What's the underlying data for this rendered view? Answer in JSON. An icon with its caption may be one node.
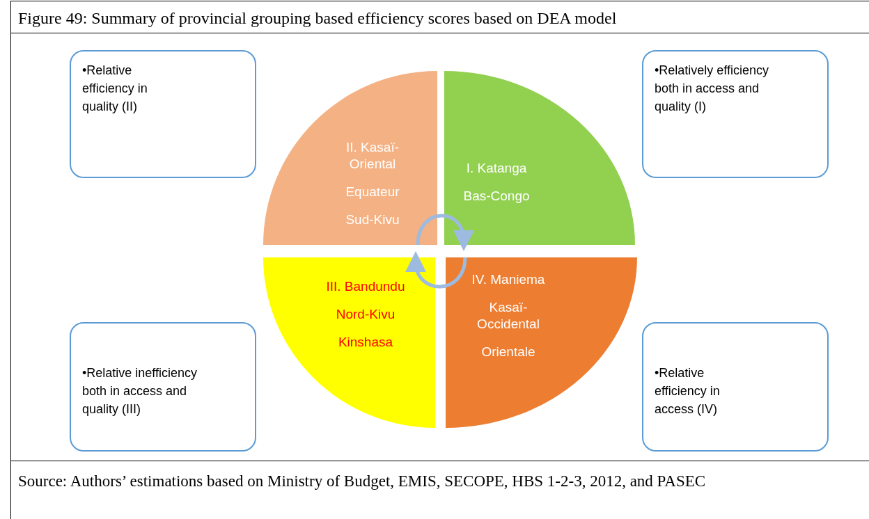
{
  "diagram": {
    "title": "Figure 49: Summary of provincial grouping based efficiency scores based on DEA model",
    "caption": "Source: Authors’ estimations based on Ministry of Budget, EMIS, SECOPE, HBS 1-2-3, 2012, and PASEC",
    "nodes": [
      {
        "text": [
          "•Relative efficiency in quality (II)"
        ]
      },
      {
        "text": [
          "•Relatively efficiency both in access and quality (I)"
        ]
      },
      {
        "text": [
          "II. Kasaï-Oriental",
          "Equateur",
          "Sud-Kivu"
        ]
      },
      {
        "text": [
          "I. Katanga",
          "Bas-Congo"
        ]
      },
      {
        "text": [
          "III. Bandundu",
          "Nord-Kivu",
          "Kinshasa"
        ]
      },
      {
        "text": [
          "IV. Maniema",
          "Kasaï-Occidental",
          "Orientale"
        ]
      },
      {
        "text": [
          "•Relative inefficiency both in access and quality (III)"
        ]
      },
      {
        "text": [
          "•Relative efficiency in access (IV)"
        ]
      }
    ],
    "edges": [
      {
        "from": 2,
        "to": 3,
        "arrow": "to"
      },
      {
        "from": 5,
        "to": 4,
        "arrow": "to"
      }
    ]
  }
}
